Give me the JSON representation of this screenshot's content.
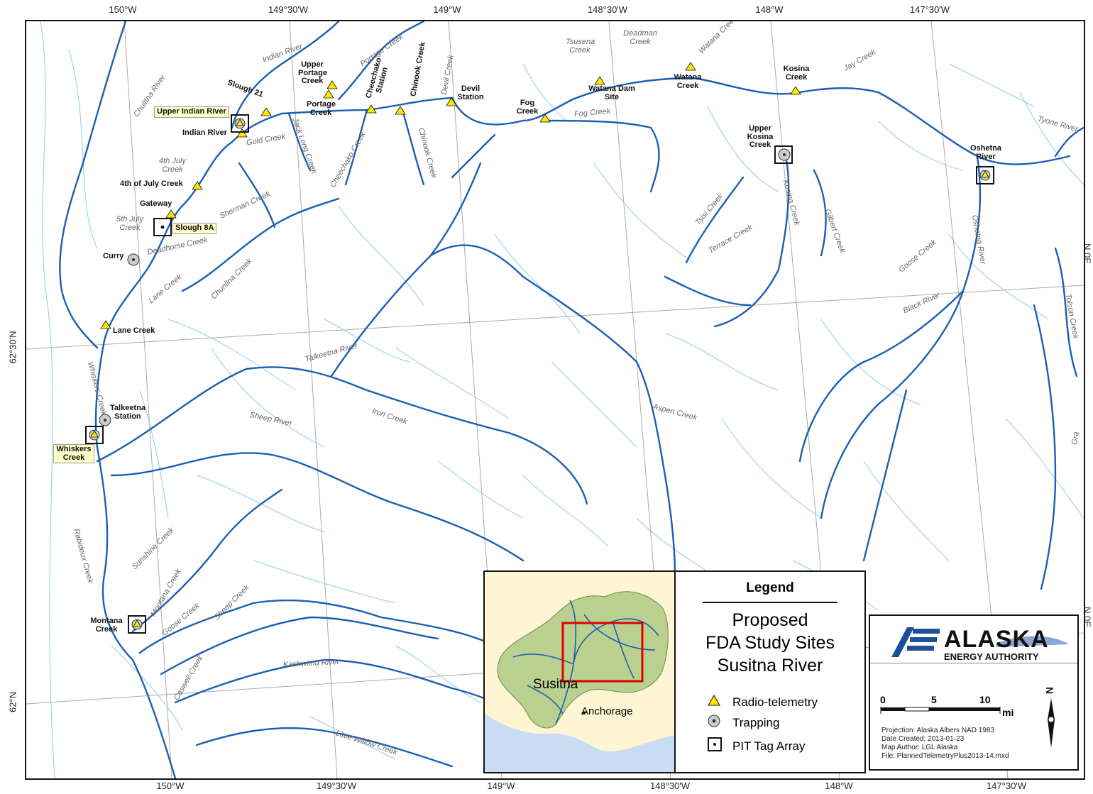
{
  "graticule": {
    "top": [
      "150°W",
      "149°30'W",
      "149°W",
      "148°30'W",
      "148°W",
      "147°30'W"
    ],
    "bottom": [
      "150°W",
      "149°30'W",
      "149°W",
      "148°30'W",
      "148°W",
      "147°30'W"
    ],
    "left": [
      "62°30'N",
      "62°N"
    ],
    "right": [
      "N.0E",
      "N.0E"
    ]
  },
  "rivers": [
    "Indian River",
    "Portage Creek",
    "Chulitna River",
    "Devil Creek",
    "Tsusena Creek",
    "Deadman Creek",
    "Watana Creek",
    "Jay Creek",
    "Tyone River",
    "Fog Creek",
    "Gold Creek",
    "Jack Long Creek",
    "Cheechako Creek",
    "Chinook Creek",
    "4th July Creek",
    "5th July Creek",
    "Sherman Creek",
    "Deadhorse Creek",
    "Lane Creek",
    "Chunilna Creek",
    "Tsisi Creek",
    "Terrace Creek",
    "Kosina Creek",
    "Gilbert Creek",
    "Goose Creek",
    "Oshetna River",
    "Black River",
    "Tolson Creek",
    "Talkeetna River",
    "Whiskers Creek",
    "Iron Creek",
    "Sheep River",
    "Aspen Creek",
    "Rabideux Creek",
    "Sunshine Creek",
    "Montana Creek",
    "Goose Creek",
    "Sheep Creek",
    "Caswell Creek",
    "Kashwitna River",
    "Little Willow Creek",
    "Gra"
  ],
  "sites": {
    "radio_telemetry": [
      "Slough 21",
      "Upper Portage Creek",
      "Portage Creek",
      "Cheechako Station",
      "Chinook Creek",
      "Devil Station",
      "Fog Creek",
      "Watana Dam Site",
      "Watana Creek",
      "Kosina Creek",
      "4th of July Creek",
      "Gateway",
      "Lane Creek",
      "Indian River"
    ],
    "trapping": [
      "Curry",
      "Talkeetna Station",
      "Upper Kosina Creek"
    ],
    "pit_tag_array": [
      "Upper Indian River",
      "Slough 8A",
      "Whiskers Creek",
      "Montana Creek",
      "Oshetna River"
    ]
  },
  "inset": {
    "basin": "Susitna",
    "city": "Anchorage"
  },
  "legend": {
    "title": "Legend",
    "study_title": [
      "Proposed",
      "FDA Study Sites",
      "Susitna River"
    ],
    "items": [
      "Radio-telemetry",
      "Trapping",
      "PIT Tag Array"
    ]
  },
  "credit": {
    "logo_main": "ALASKA",
    "logo_sub": "ENERGY AUTHORITY",
    "scale": [
      "0",
      "5",
      "10"
    ],
    "scale_unit": "mi",
    "north": "N",
    "meta": [
      "Projection: Alaska Albers NAD 1983",
      "Date Created: 2013-01-23",
      "Map Author: LGL Alaska",
      "File: PlannedTelemetryPlus2013-14.mxd"
    ]
  },
  "colors": {
    "main_river": "#1a5fb4",
    "minor_stream": "#8ec9ee",
    "symbol_yellow": "#ffe600",
    "inset_basin": "#b9d08e",
    "inset_land": "#fdf5d3",
    "inset_water": "#c8ddf4",
    "inset_box": "#e00000"
  }
}
